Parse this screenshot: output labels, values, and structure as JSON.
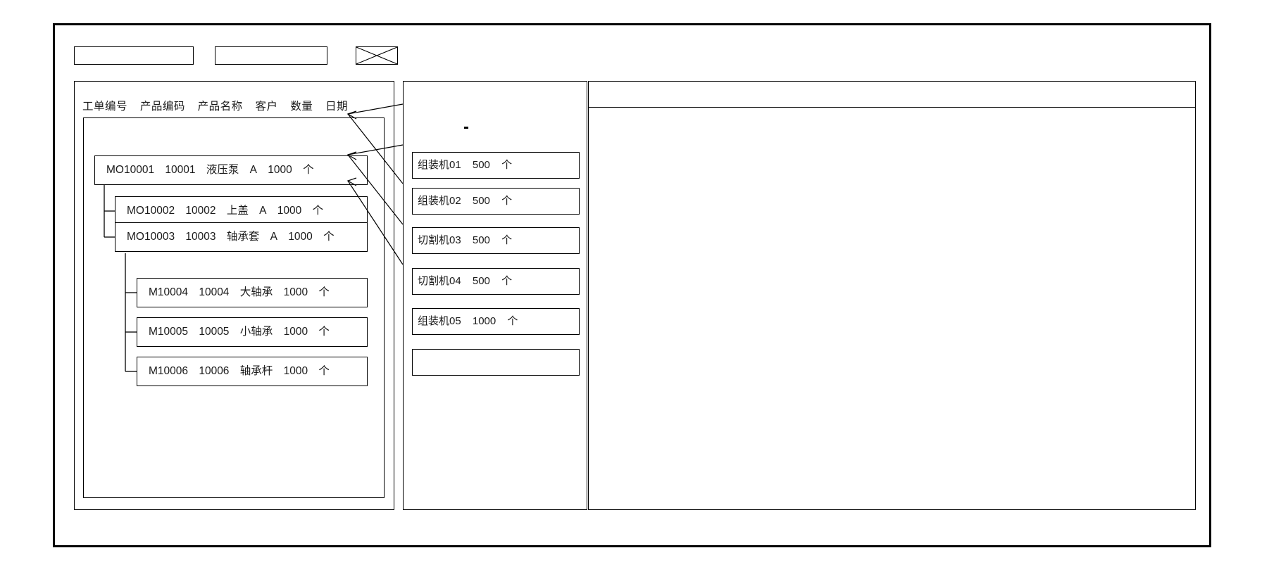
{
  "window": {
    "title": ""
  },
  "toolbar": {
    "field_1_value": "",
    "field_2_value": "",
    "crossed_box_label": ""
  },
  "left_panel": {
    "column_headers": [
      "工单编号",
      "产品编码",
      "产品名称",
      "客户",
      "数量",
      "日期"
    ],
    "rows": [
      {
        "order_no": "MO10001",
        "product_code": "10001",
        "product_name": "液压泵",
        "customer": "A",
        "qty": "1000",
        "unit": "个",
        "level": 0
      },
      {
        "order_no": "MO10002",
        "product_code": "10002",
        "product_name": "上盖",
        "customer": "A",
        "qty": "1000",
        "unit": "个",
        "level": 1
      },
      {
        "order_no": "MO10003",
        "product_code": "10003",
        "product_name": "轴承套",
        "customer": "A",
        "qty": "1000",
        "unit": "个",
        "level": 1
      },
      {
        "order_no": "M10004",
        "product_code": "10004",
        "product_name": "大轴承",
        "customer": "",
        "qty": "1000",
        "unit": "个",
        "level": 2
      },
      {
        "order_no": "M10005",
        "product_code": "10005",
        "product_name": "小轴承",
        "customer": "",
        "qty": "1000",
        "unit": "个",
        "level": 2
      },
      {
        "order_no": "M10006",
        "product_code": "10006",
        "product_name": "轴承杆",
        "customer": "",
        "qty": "1000",
        "unit": "个",
        "level": 2
      }
    ]
  },
  "middle_panel": {
    "machines": [
      {
        "machine": "组装机01",
        "qty": "500",
        "unit": "个"
      },
      {
        "machine": "组装机02",
        "qty": "500",
        "unit": "个"
      },
      {
        "machine": "切割机03",
        "qty": "500",
        "unit": "个"
      },
      {
        "machine": "切割机04",
        "qty": "500",
        "unit": "个"
      },
      {
        "machine": "组装机05",
        "qty": "1000",
        "unit": "个"
      },
      {
        "machine": "",
        "qty": "",
        "unit": ""
      }
    ]
  },
  "right_panel": {
    "header_text": "",
    "body_text": ""
  },
  "colors": {
    "stroke": "#000000",
    "background": "#ffffff",
    "text": "#1a1a1a"
  }
}
